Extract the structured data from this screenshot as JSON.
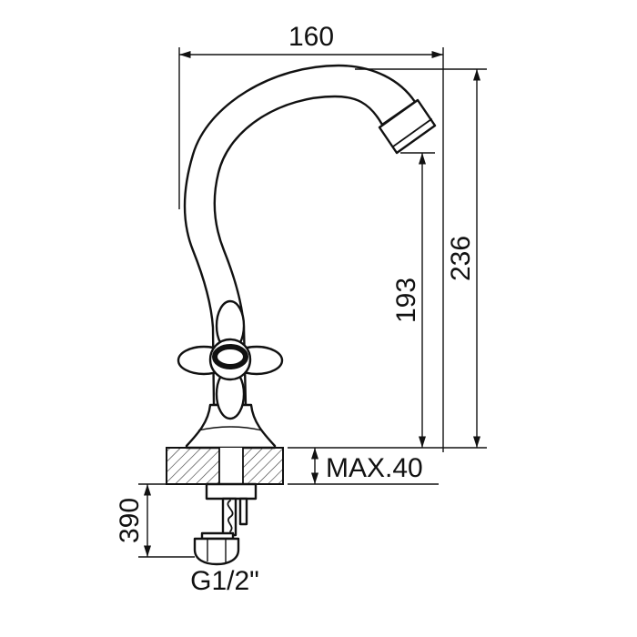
{
  "diagram": {
    "type": "technical-drawing",
    "labels": {
      "width_top": "160",
      "height_total": "236",
      "height_spout": "193",
      "mount_thickness": "MAX.40",
      "hose_length": "390",
      "thread_size": "G1/2\""
    },
    "colors": {
      "line": "#111111",
      "background": "#ffffff"
    }
  }
}
